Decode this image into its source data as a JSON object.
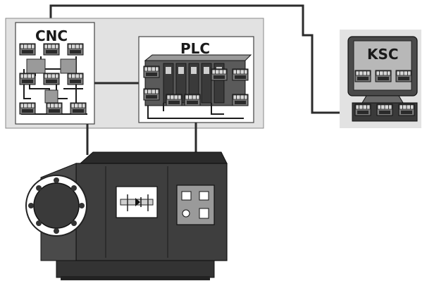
{
  "labels": {
    "cnc": "CNC",
    "plc": "PLC",
    "ksc": "KSC"
  },
  "colors": {
    "background": "#ffffff",
    "panel": "#e2e2e2",
    "cable": "#2b2b2b",
    "module_body": "#7a7a7a",
    "module_cap": "#d8d8d8",
    "machine_body": "#3e3e3e",
    "machine_top": "#2b2b2b",
    "monitor_frame": "#4a4a4a",
    "monitor_screen": "#b8b8b8"
  },
  "icons": [
    "cnc-controller-icon",
    "plc-rack-icon",
    "ksc-monitor-icon",
    "machine-tool-icon",
    "chuck-icon",
    "control-panel-icon",
    "tool-holder-icon"
  ]
}
